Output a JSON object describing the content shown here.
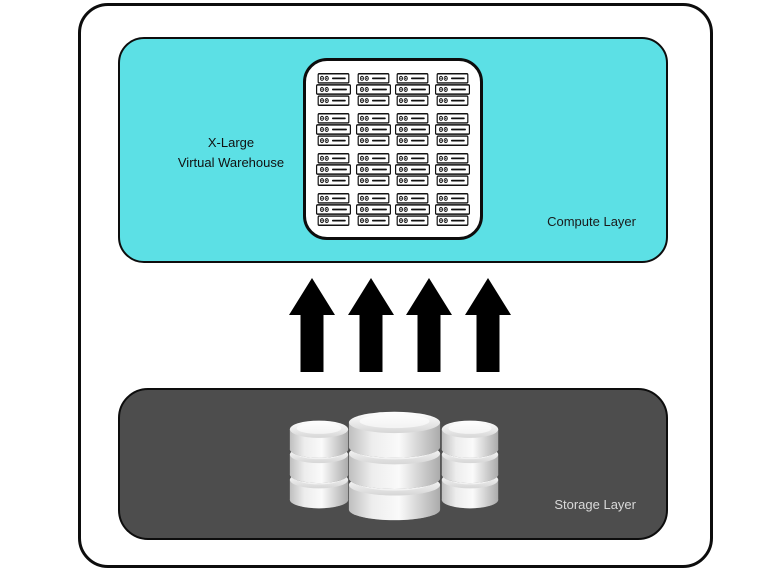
{
  "compute_layer": {
    "label": "Compute Layer",
    "warehouse_name_line1": "X-Large",
    "warehouse_name_line2": "Virtual Warehouse",
    "fill_color": "#5CE0E5",
    "server_grid": {
      "rows": 4,
      "columns": 4,
      "stack_count": 16,
      "servers_per_stack": 3
    }
  },
  "data_flow": {
    "arrow_count": 4,
    "direction": "up",
    "arrow_color": "#000000"
  },
  "storage_layer": {
    "label": "Storage Layer",
    "fill_color": "#4D4D4D",
    "label_color": "#D9D9D9",
    "disk_stack_count": 3,
    "disks_per_stack": 3
  },
  "icons": {
    "server_stack": "server-rack-icon",
    "disk_stack": "database-disk-stack-icon",
    "arrow": "up-arrow-icon"
  }
}
